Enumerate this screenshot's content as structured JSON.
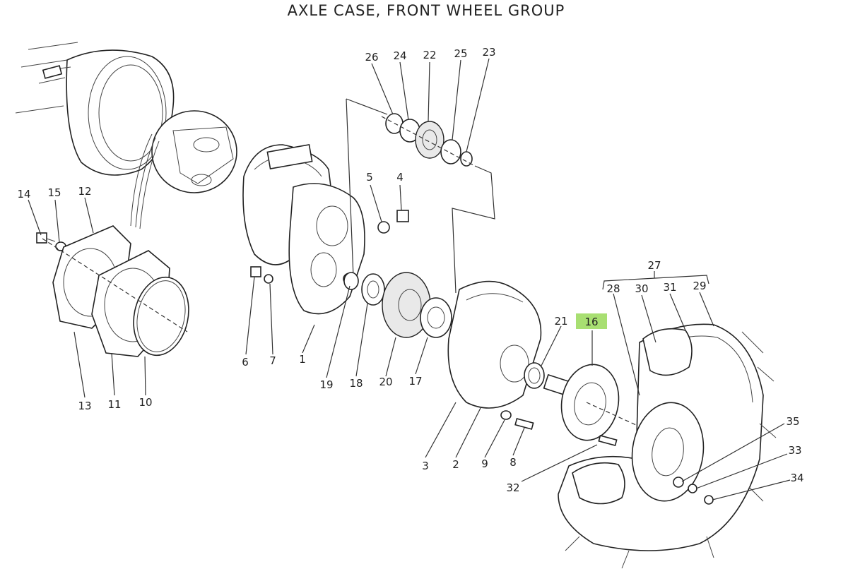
{
  "title": "AXLE CASE, FRONT WHEEL GROUP",
  "highlight_color": "#a8df72",
  "highlighted_label": "16",
  "callouts": [
    "14",
    "15",
    "12",
    "13",
    "11",
    "10",
    "6",
    "7",
    "1",
    "19",
    "18",
    "20",
    "17",
    "5",
    "4",
    "26",
    "24",
    "22",
    "25",
    "23",
    "21",
    "16",
    "27",
    "28",
    "30",
    "31",
    "29",
    "35",
    "33",
    "34",
    "32",
    "3",
    "2",
    "9",
    "8"
  ]
}
